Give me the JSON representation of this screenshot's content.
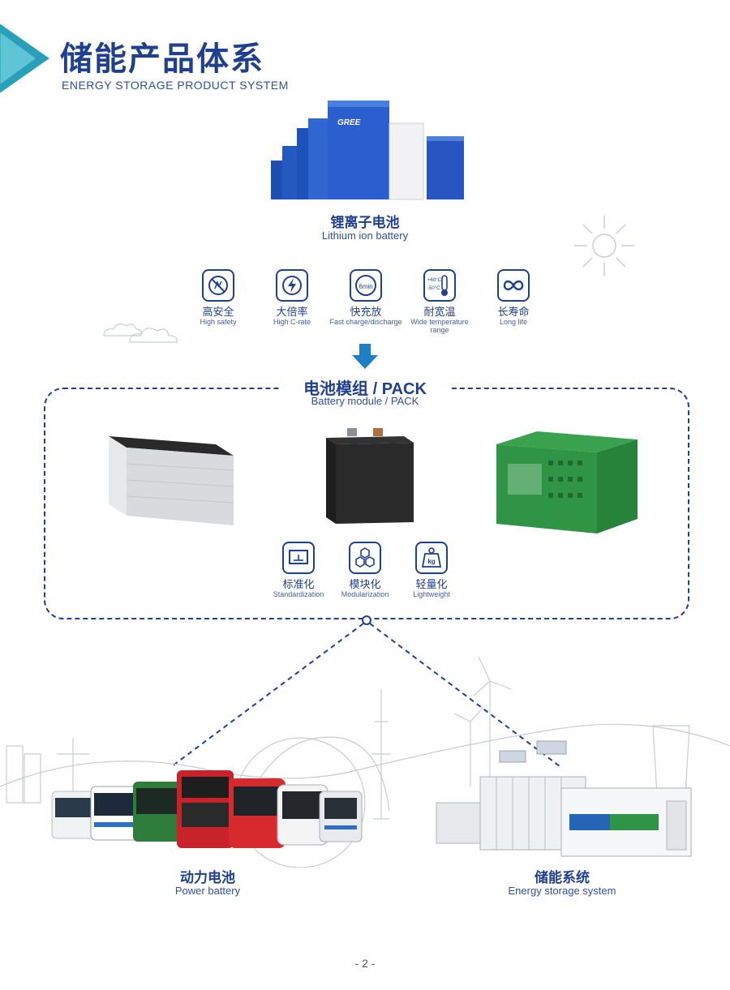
{
  "header": {
    "title_cn": "储能产品体系",
    "title_en": "ENERGY STORAGE PRODUCT SYSTEM"
  },
  "cell": {
    "title_cn": "锂离子电池",
    "title_en": "Lithium ion battery",
    "brand": "GREE"
  },
  "cell_features": [
    {
      "cn": "高安全",
      "en": "High safety",
      "icon": "safety-icon"
    },
    {
      "cn": "大倍率",
      "en": "High C-rate",
      "icon": "lightning-icon"
    },
    {
      "cn": "快充放",
      "en": "Fast charge/discharge",
      "icon": "clock-icon",
      "badge": "6min"
    },
    {
      "cn": "耐宽温",
      "en": "Wide temperature range",
      "icon": "thermometer-icon",
      "high": "+60°C",
      "low": "-50°C"
    },
    {
      "cn": "长寿命",
      "en": "Long life",
      "icon": "infinity-icon"
    }
  ],
  "pack": {
    "title_cn": "电池模组 / PACK",
    "title_en": "Battery module / PACK"
  },
  "pack_features": [
    {
      "cn": "标准化",
      "en": "Standardization",
      "icon": "standard-icon"
    },
    {
      "cn": "模块化",
      "en": "Modularization",
      "icon": "hexagon-icon"
    },
    {
      "cn": "轻量化",
      "en": "Lightweight",
      "icon": "weight-icon",
      "badge": "kg"
    }
  ],
  "power": {
    "title_cn": "动力电池",
    "title_en": "Power battery"
  },
  "storage": {
    "title_cn": "储能系统",
    "title_en": "Energy storage system"
  },
  "page_number": "- 2 -",
  "colors": {
    "brand": "#1f3f8f",
    "accent": "#1f78b4",
    "arrow": "#1f7fc4",
    "sketch": "#c8ccd2"
  }
}
